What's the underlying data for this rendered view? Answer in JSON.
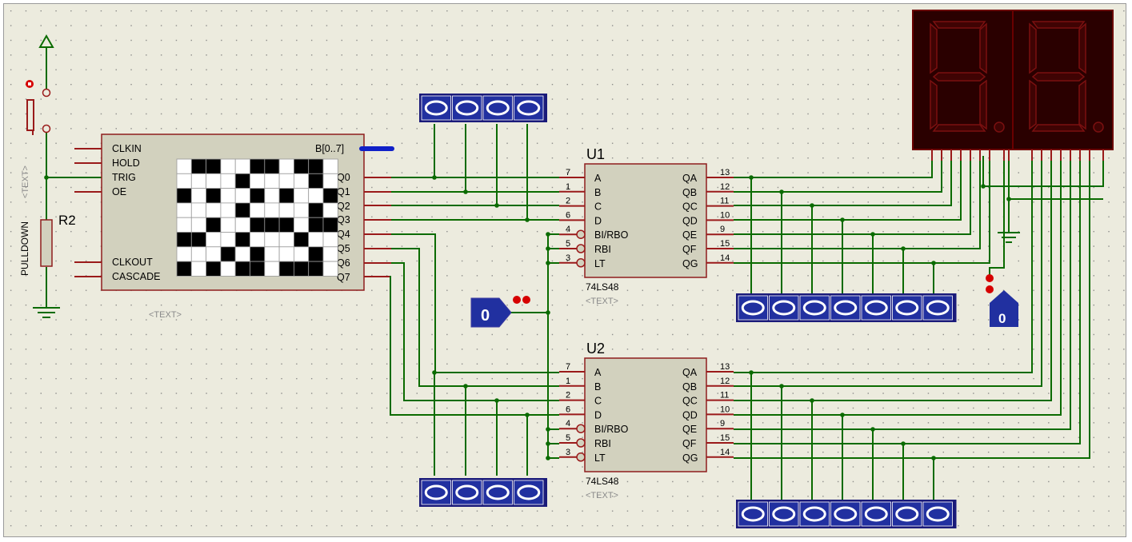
{
  "colors": {
    "background": "#ECEBDE",
    "grid_dot": "#7c7c7c",
    "wire": "#0B6B00",
    "pin": "#9A1A1A",
    "chip_fill": "#D2D1BE",
    "chip_border": "#8E1D1D",
    "probe_fill": "#2130A0",
    "logic_on": "#000000",
    "seg_background": "#2A0000",
    "seg_off": "#3F0303"
  },
  "pattern": {
    "labels": {
      "clkin": "CLKIN",
      "hold": "HOLD",
      "trig": "TRIG",
      "oe": "OE",
      "clkout": "CLKOUT",
      "cascade": "CASCADE",
      "bus": "B[0..7]",
      "q0": "Q0",
      "q1": "Q1",
      "q2": "Q2",
      "q3": "Q3",
      "q4": "Q4",
      "q5": "Q5",
      "q6": "Q6",
      "q7": "Q7",
      "text": "<TEXT>"
    },
    "grid": [
      [
        0,
        1,
        1,
        0,
        0,
        1,
        1,
        0,
        1,
        1,
        0
      ],
      [
        0,
        0,
        0,
        0,
        1,
        0,
        0,
        0,
        0,
        1,
        0
      ],
      [
        1,
        0,
        1,
        0,
        0,
        1,
        0,
        1,
        0,
        0,
        1
      ],
      [
        0,
        0,
        0,
        0,
        1,
        0,
        0,
        0,
        0,
        1,
        0
      ],
      [
        0,
        0,
        1,
        0,
        0,
        1,
        1,
        1,
        0,
        1,
        1
      ],
      [
        1,
        1,
        0,
        0,
        1,
        0,
        0,
        0,
        1,
        0,
        0
      ],
      [
        0,
        0,
        0,
        1,
        0,
        1,
        0,
        0,
        0,
        1,
        0
      ],
      [
        1,
        0,
        1,
        0,
        1,
        1,
        0,
        1,
        1,
        1,
        0
      ]
    ]
  },
  "resistor": {
    "name": "R2",
    "value": "PULLDOWN",
    "text": "<TEXT>"
  },
  "decoders": [
    {
      "name": "U1",
      "part": "74LS48",
      "text": "<TEXT>",
      "inputs": [
        {
          "label": "A",
          "pin": "7"
        },
        {
          "label": "B",
          "pin": "1"
        },
        {
          "label": "C",
          "pin": "2"
        },
        {
          "label": "D",
          "pin": "6"
        },
        {
          "label": "BI/RBO",
          "pin": "4"
        },
        {
          "label": "RBI",
          "pin": "5"
        },
        {
          "label": "LT",
          "pin": "3"
        }
      ],
      "outputs": [
        {
          "label": "QA",
          "pin": "13"
        },
        {
          "label": "QB",
          "pin": "12"
        },
        {
          "label": "QC",
          "pin": "11"
        },
        {
          "label": "QD",
          "pin": "10"
        },
        {
          "label": "QE",
          "pin": "9"
        },
        {
          "label": "QF",
          "pin": "15"
        },
        {
          "label": "QG",
          "pin": "14"
        }
      ]
    },
    {
      "name": "U2",
      "part": "74LS48",
      "text": "<TEXT>",
      "inputs": [
        {
          "label": "A",
          "pin": "7"
        },
        {
          "label": "B",
          "pin": "1"
        },
        {
          "label": "C",
          "pin": "2"
        },
        {
          "label": "D",
          "pin": "6"
        },
        {
          "label": "BI/RBO",
          "pin": "4"
        },
        {
          "label": "RBI",
          "pin": "5"
        },
        {
          "label": "LT",
          "pin": "3"
        }
      ],
      "outputs": [
        {
          "label": "QA",
          "pin": "13"
        },
        {
          "label": "QB",
          "pin": "12"
        },
        {
          "label": "QC",
          "pin": "11"
        },
        {
          "label": "QD",
          "pin": "10"
        },
        {
          "label": "QE",
          "pin": "9"
        },
        {
          "label": "QF",
          "pin": "15"
        },
        {
          "label": "QG",
          "pin": "14"
        }
      ]
    }
  ],
  "probes": {
    "u1_inputs": [
      "0",
      "0",
      "0",
      "0"
    ],
    "u2_inputs": [
      "0",
      "0",
      "0",
      "0"
    ],
    "u1_outputs": [
      "0",
      "0",
      "0",
      "0",
      "0",
      "0",
      "0"
    ],
    "u2_outputs": [
      "0",
      "0",
      "0",
      "0",
      "0",
      "0",
      "0"
    ]
  },
  "logic_state": {
    "value": "0"
  },
  "dp_probe": {
    "value": "0"
  }
}
